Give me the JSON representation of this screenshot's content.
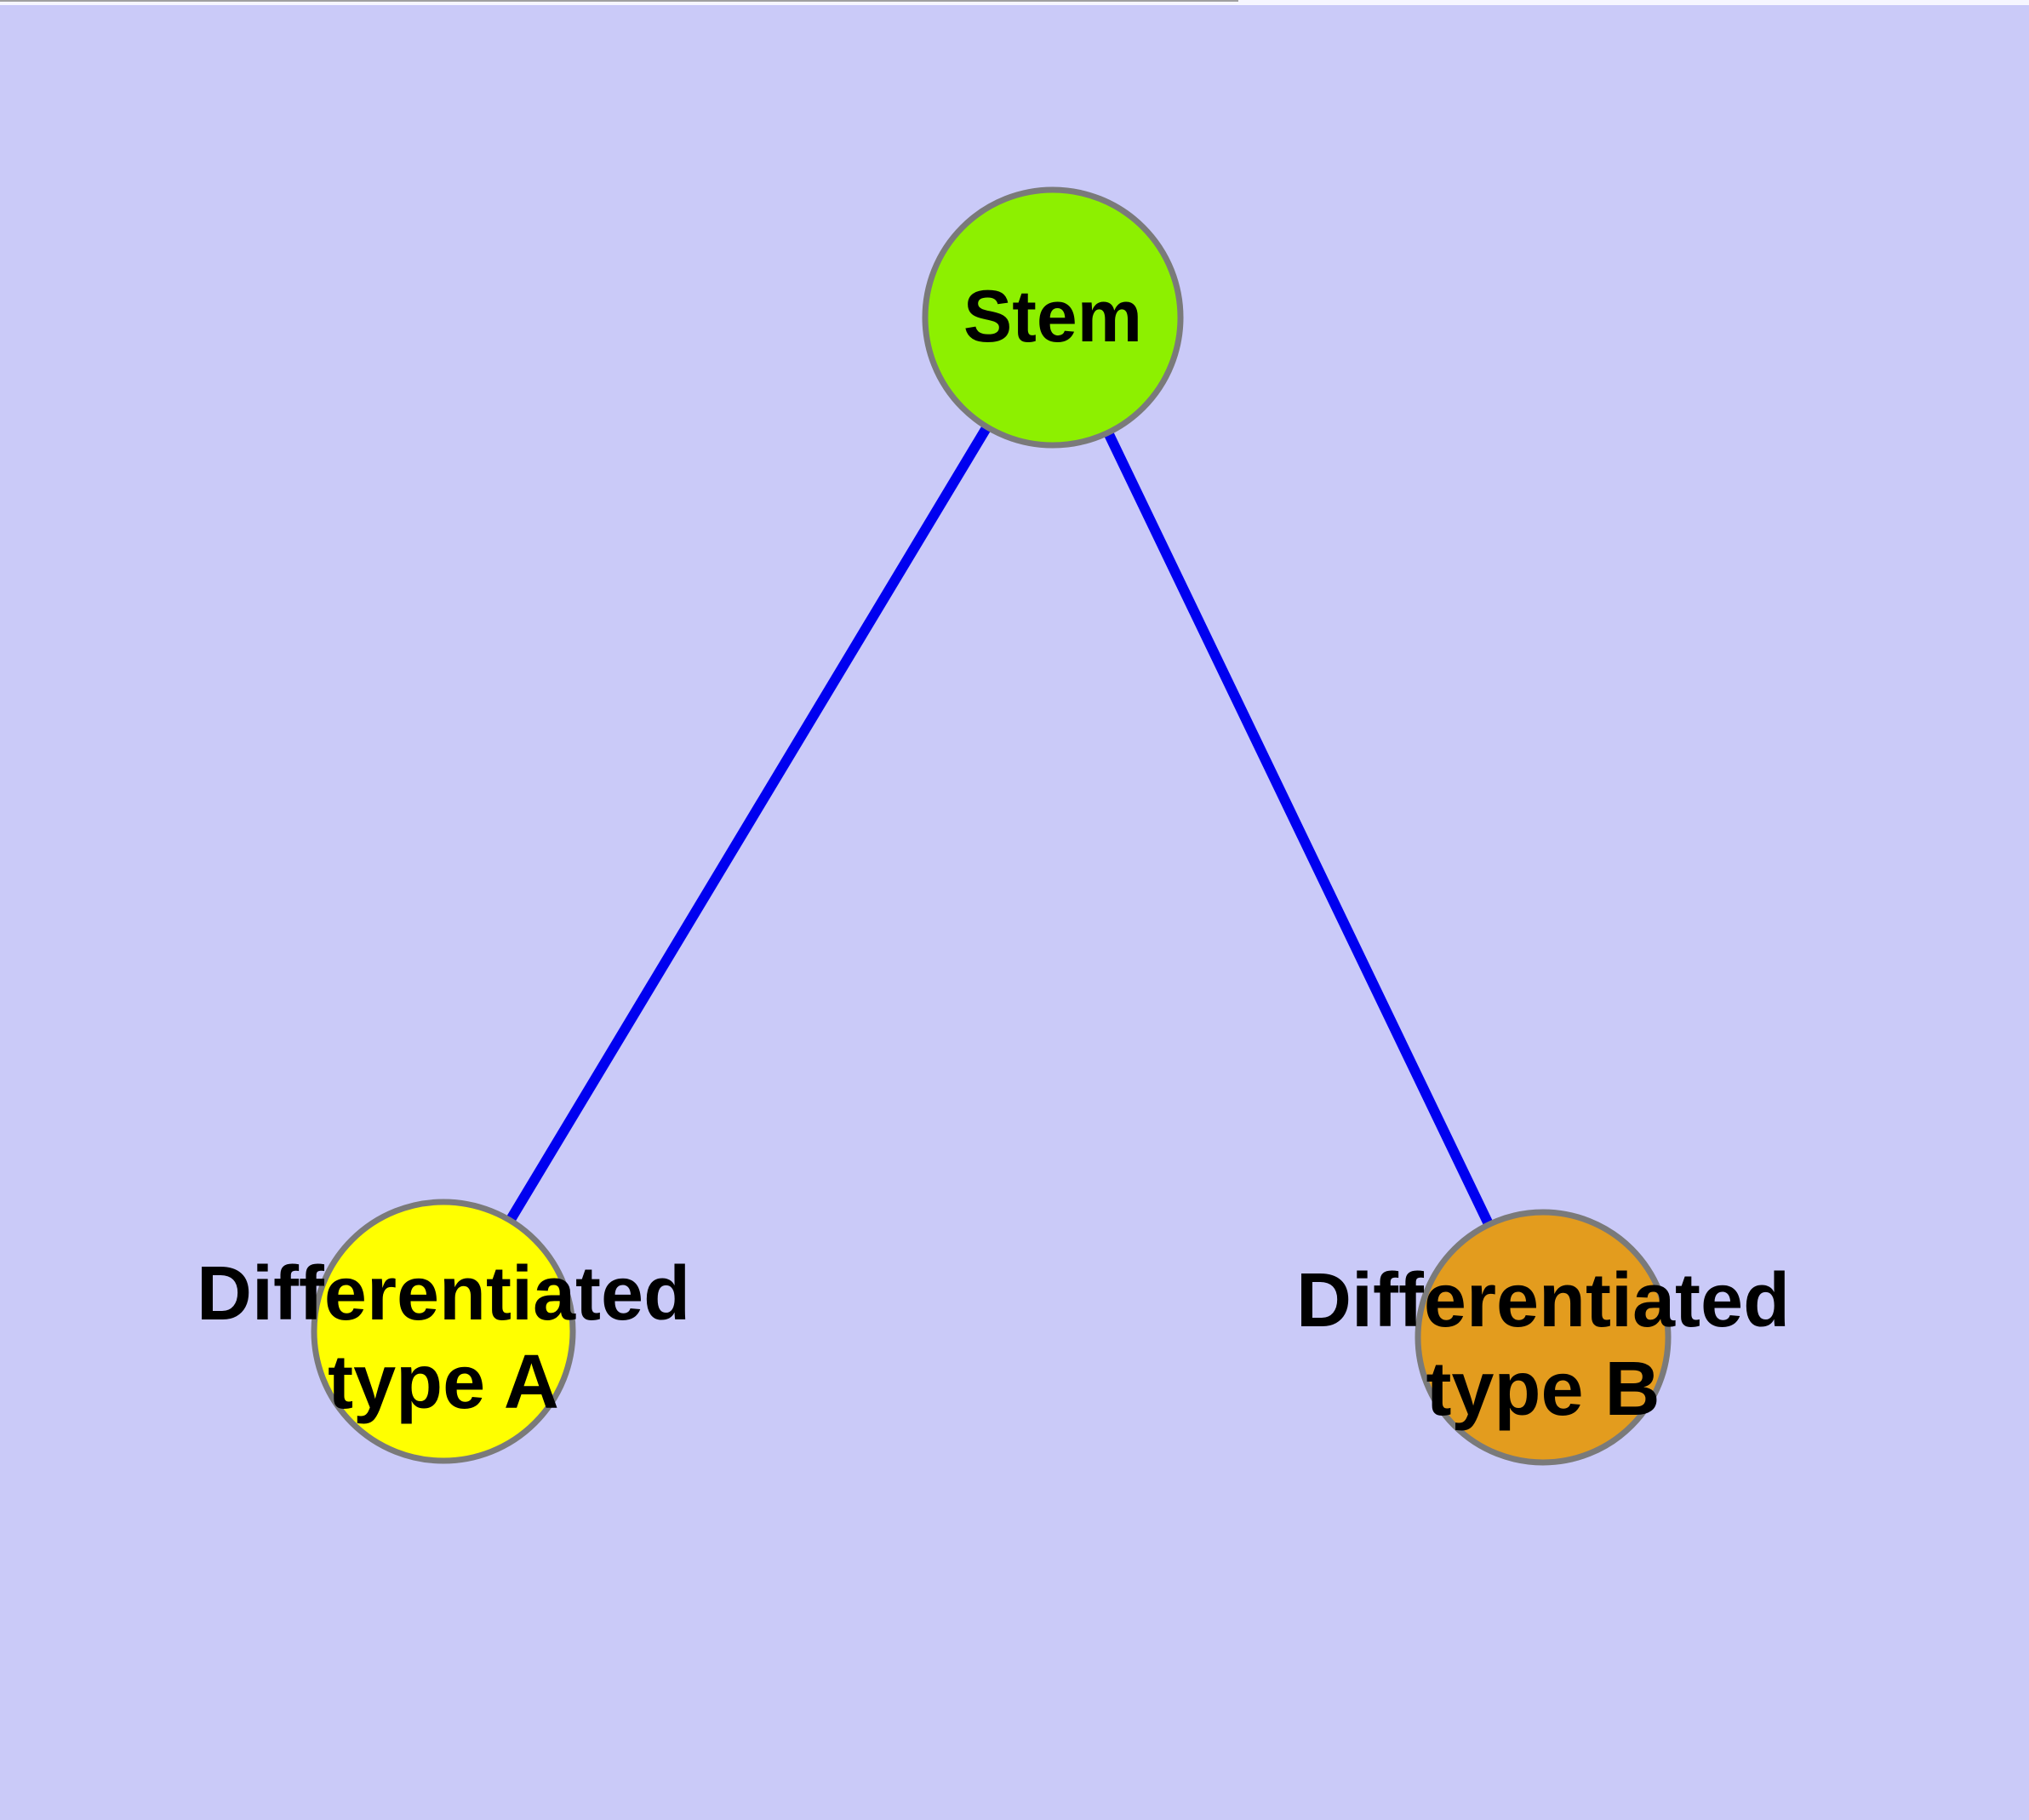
{
  "page": {
    "background_color": "#cacaf8",
    "top_strip_color": "#f6f6ff",
    "top_edge_color": "#a0a0a0"
  },
  "diagram": {
    "type": "node-link-graph",
    "edge_color": "#0000f0",
    "node_border_color": "#7a7a7a",
    "label_color": "#000000",
    "nodes": [
      {
        "id": "stem",
        "label": "Stem",
        "fill": "#8df000"
      },
      {
        "id": "differentiated-type-a",
        "label_line1": "Differentiated",
        "label_line2": "type A",
        "fill": "#ffff00"
      },
      {
        "id": "differentiated-type-b",
        "label_line1": "Differentiated",
        "label_line2": "type B",
        "fill": "#e39c1e"
      }
    ],
    "edges": [
      {
        "from": "stem",
        "to": "differentiated-type-a"
      },
      {
        "from": "stem",
        "to": "differentiated-type-b"
      }
    ]
  }
}
